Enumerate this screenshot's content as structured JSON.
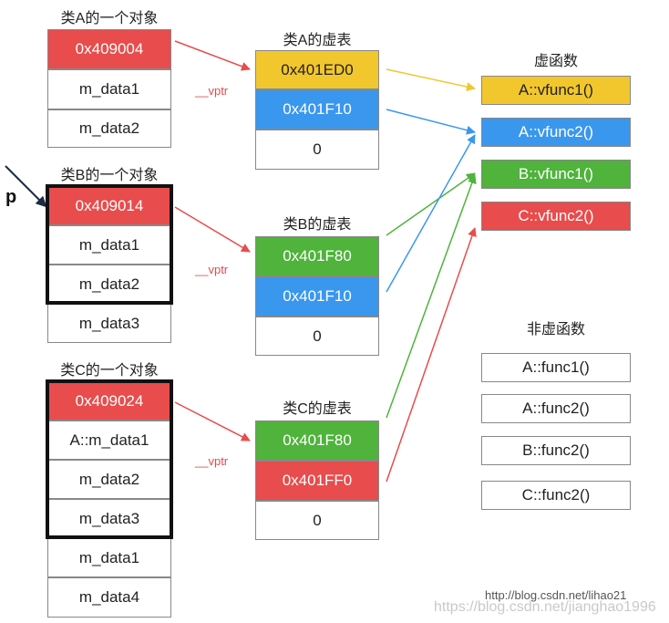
{
  "objects": {
    "a": {
      "title": "类A的一个对象",
      "cells": [
        "0x409004",
        "m_data1",
        "m_data2"
      ]
    },
    "b": {
      "title": "类B的一个对象",
      "cells": [
        "0x409014",
        "m_data1",
        "m_data2",
        "m_data3"
      ]
    },
    "c": {
      "title": "类C的一个对象",
      "cells": [
        "0x409024",
        "A::m_data1",
        "m_data2",
        "m_data3",
        "m_data1",
        "m_data4"
      ]
    }
  },
  "pointer_label": "p",
  "vptr_label": "__vptr",
  "vtables": {
    "a": {
      "title": "类A的虚表",
      "cells": [
        "0x401ED0",
        "0x401F10",
        "0"
      ]
    },
    "b": {
      "title": "类B的虚表",
      "cells": [
        "0x401F80",
        "0x401F10",
        "0"
      ]
    },
    "c": {
      "title": "类C的虚表",
      "cells": [
        "0x401F80",
        "0x401FF0",
        "0"
      ]
    }
  },
  "virtual_functions": {
    "title": "虚函数",
    "items": [
      "A::vfunc1()",
      "A::vfunc2()",
      "B::vfunc1()",
      "C::vfunc2()"
    ]
  },
  "nonvirtual_functions": {
    "title": "非虚函数",
    "items": [
      "A::func1()",
      "A::func2()",
      "B::func2()",
      "C::func2()"
    ]
  },
  "colors": {
    "red": "#e84c4c",
    "yellow": "#f2c72e",
    "blue": "#3a97ee",
    "green": "#4fb33c",
    "frame": "#111111"
  },
  "watermarks": {
    "url": "http://blog.csdn.net/lihao21",
    "overlay": "https://blog.csdn.net/jianghao1996"
  }
}
